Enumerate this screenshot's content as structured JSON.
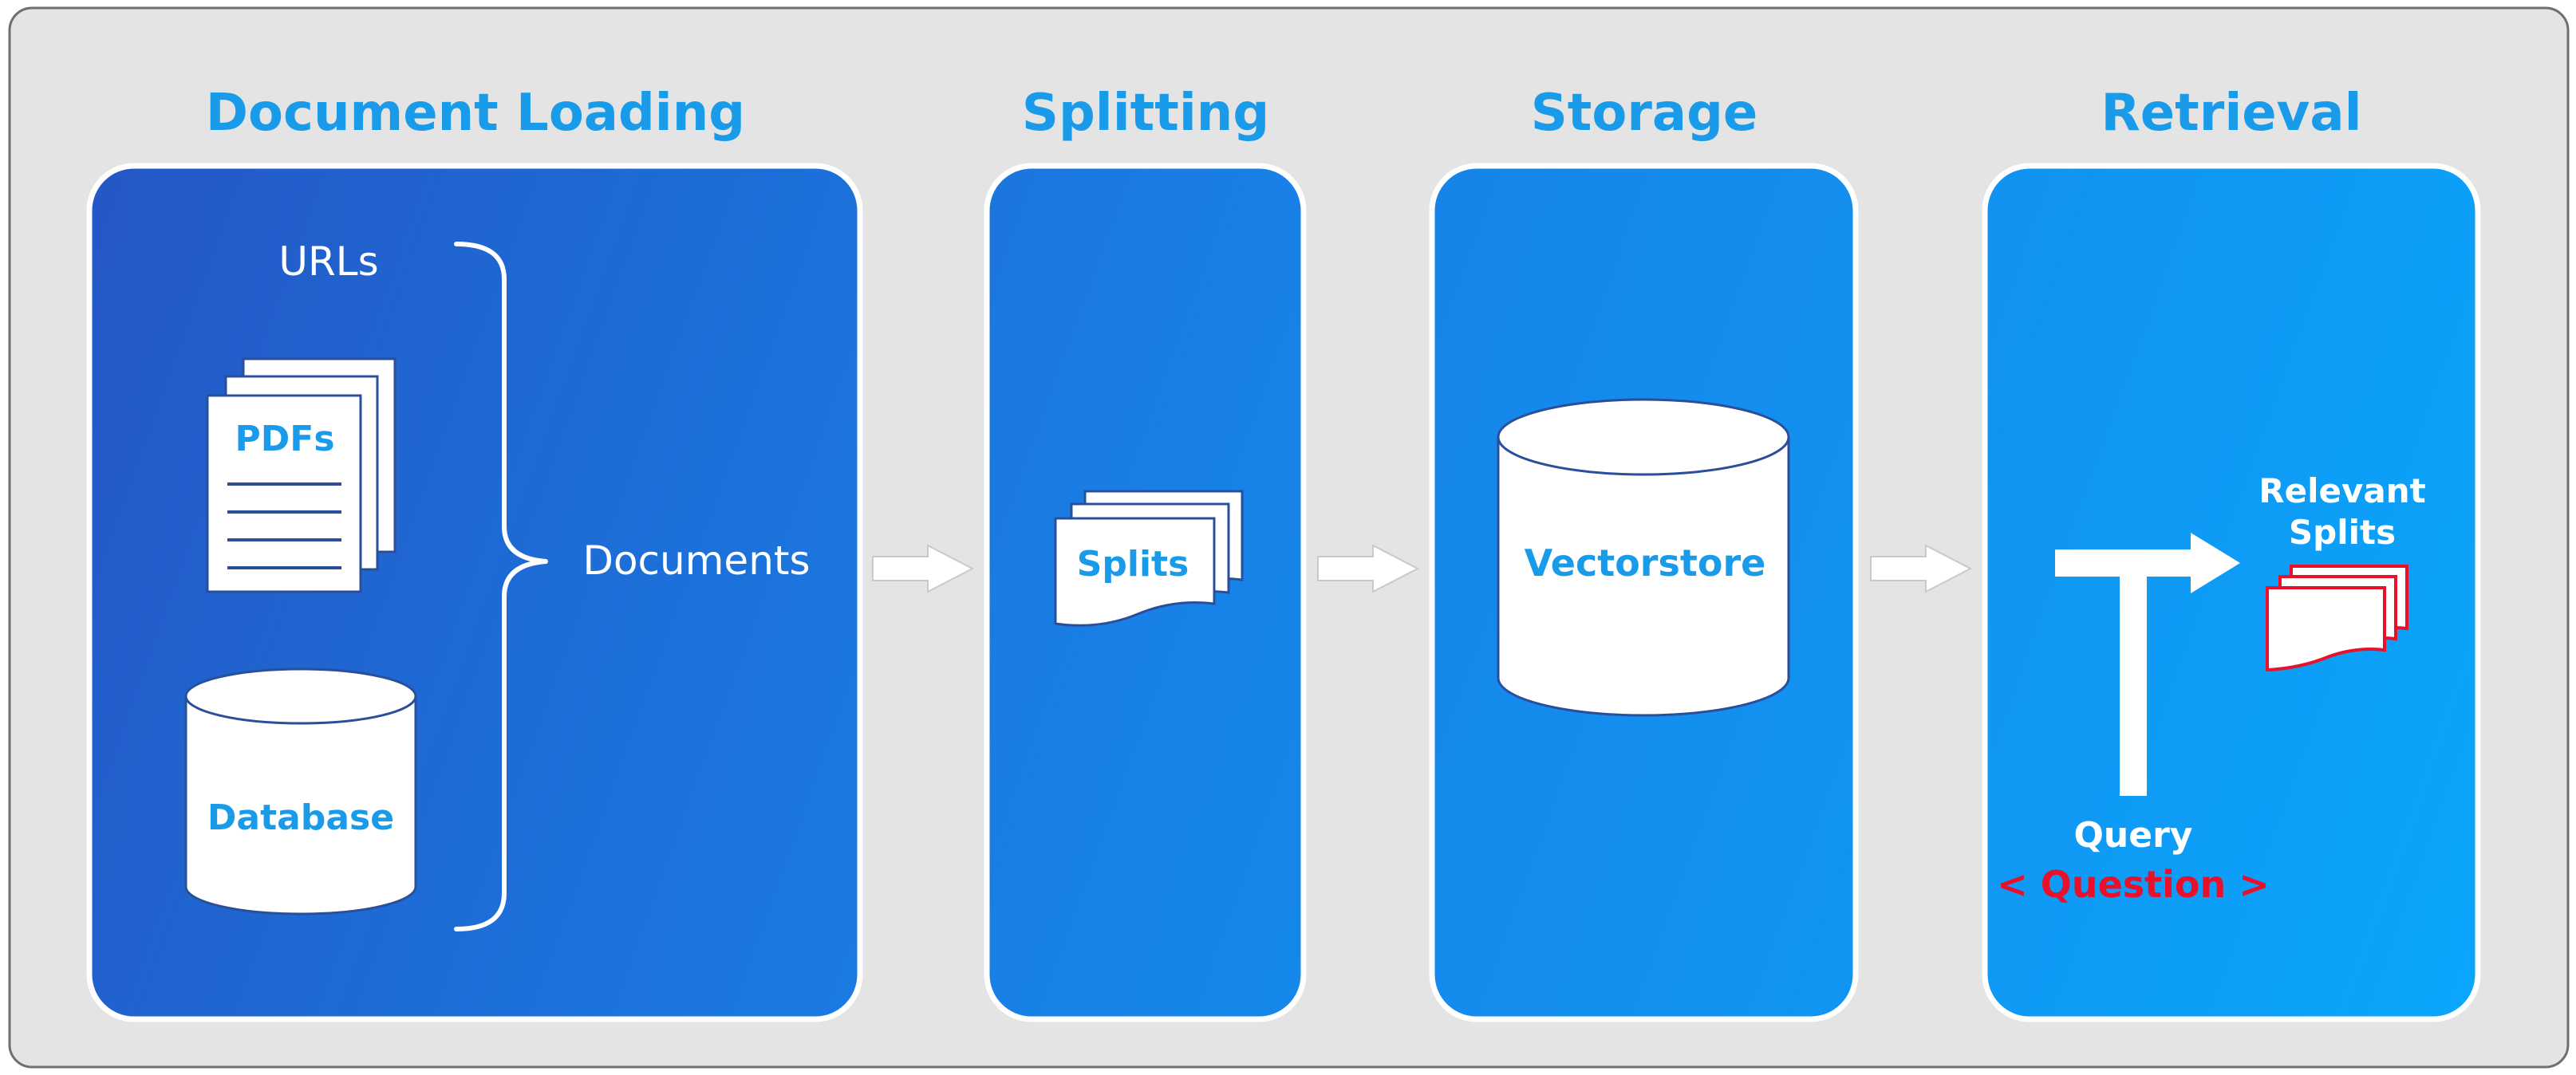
{
  "stages": {
    "loading": {
      "title": "Document Loading"
    },
    "splitting": {
      "title": "Splitting"
    },
    "storage": {
      "title": "Storage"
    },
    "retrieval": {
      "title": "Retrieval"
    }
  },
  "sources": {
    "urls": "URLs",
    "pdfs": "PDFs",
    "database": "Database"
  },
  "documents_label": "Documents",
  "splits_label": "Splits",
  "vectorstore_label": "Vectorstore",
  "retrieval": {
    "relevant_line1": "Relevant",
    "relevant_line2": "Splits",
    "query": "Query",
    "question": "< Question >"
  },
  "colors": {
    "title_blue": "#1a9bea",
    "panel_dark": "#2457c5",
    "panel_light": "#0aa0fa",
    "accent_red": "#e8102a",
    "frame_gray": "#e4e4e4"
  },
  "icons": {
    "pdf": "stacked-documents-icon",
    "database": "cylinder-database-icon",
    "splits": "stacked-pages-icon",
    "vectorstore": "cylinder-vectorstore-icon",
    "arrow": "right-arrow-icon"
  }
}
